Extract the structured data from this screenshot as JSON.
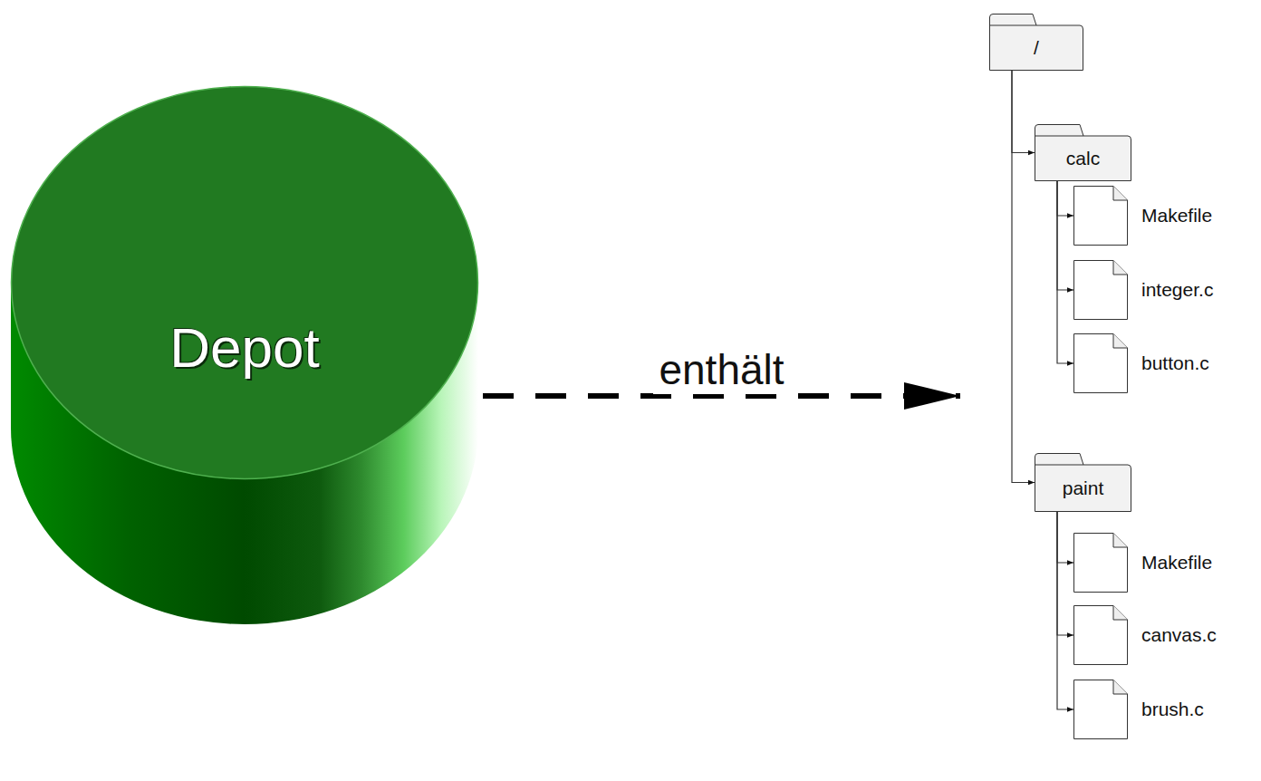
{
  "diagram": {
    "nodes": [
      {
        "text": [
          "Depot"
        ]
      },
      {
        "text": [
          "/"
        ]
      },
      {
        "text": [
          "calc"
        ]
      },
      {
        "text": [
          "Makefile"
        ]
      },
      {
        "text": [
          "integer.c"
        ]
      },
      {
        "text": [
          "button.c"
        ]
      },
      {
        "text": [
          "paint"
        ]
      },
      {
        "text": [
          "Makefile"
        ]
      },
      {
        "text": [
          "canvas.c"
        ]
      },
      {
        "text": [
          "brush.c"
        ]
      }
    ],
    "edges": [
      {
        "from": 0,
        "to": 1,
        "label": "enthält",
        "arrow": "to"
      },
      {
        "from": 1,
        "to": 2,
        "arrow": "to"
      },
      {
        "from": 2,
        "to": 3,
        "arrow": "to"
      },
      {
        "from": 2,
        "to": 4,
        "arrow": "to"
      },
      {
        "from": 2,
        "to": 5,
        "arrow": "to"
      },
      {
        "from": 1,
        "to": 6,
        "arrow": "to"
      },
      {
        "from": 6,
        "to": 7,
        "arrow": "to"
      },
      {
        "from": 6,
        "to": 8,
        "arrow": "to"
      },
      {
        "from": 6,
        "to": 9,
        "arrow": "to"
      }
    ]
  }
}
